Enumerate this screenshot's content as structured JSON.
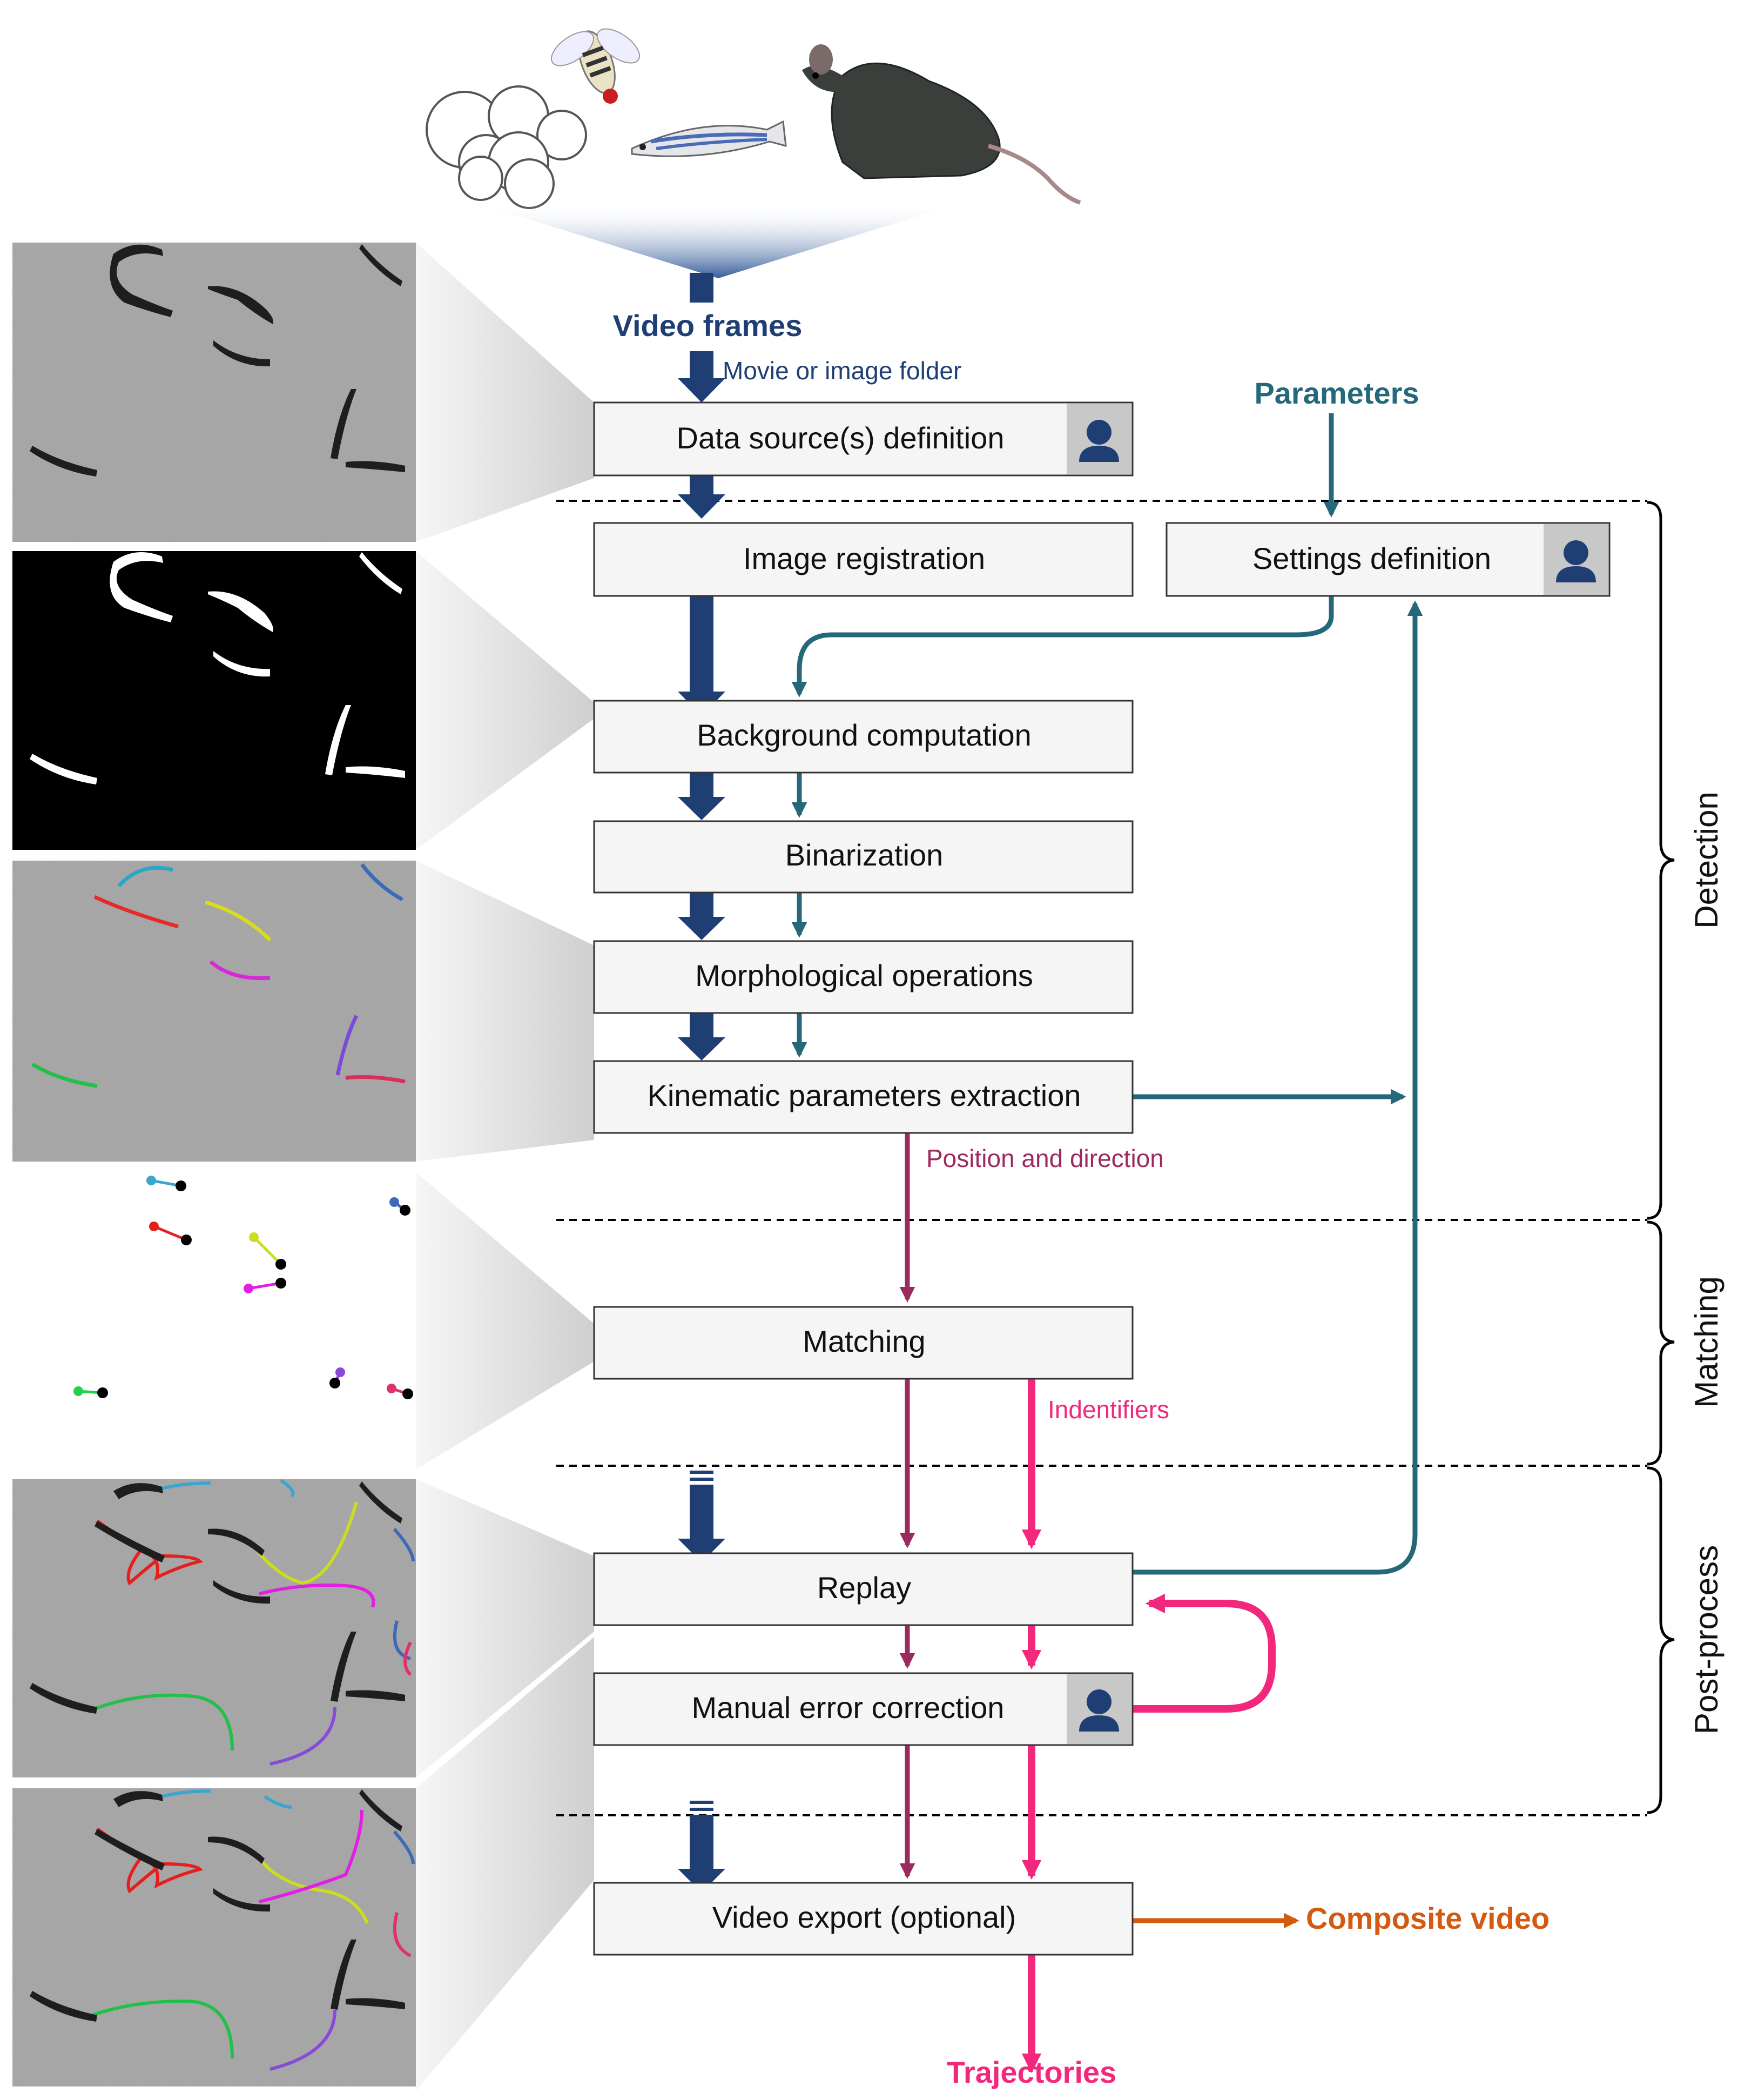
{
  "input": {
    "label": "Video frames",
    "sublabel": "Movie or image folder"
  },
  "parameters_label": "Parameters",
  "steps": {
    "data_source": "Data source(s) definition",
    "image_registration": "Image registration",
    "settings": "Settings definition",
    "background": "Background computation",
    "binarization": "Binarization",
    "morphological": "Morphological operations",
    "kinematic": "Kinematic parameters extraction",
    "matching": "Matching",
    "replay": "Replay",
    "manual_correction": "Manual error correction",
    "video_export": "Video export (optional)"
  },
  "flow_labels": {
    "position": "Position and direction",
    "identifiers": "Indentifiers"
  },
  "outputs": {
    "composite": "Composite video",
    "trajectories": "Trajectories"
  },
  "phases": {
    "detection": "Detection",
    "matching": "Matching",
    "postprocess": "Post-process"
  },
  "colors": {
    "frames_blue": "#1f3f74",
    "parameters_teal": "#24687a",
    "position_purple": "#9c2a5e",
    "identifiers_pink": "#f2287c",
    "composite_orange": "#d45a0f",
    "user_icon": "#1f3f74"
  },
  "icons": [
    "user-icon",
    "mouse-illustration",
    "zebrafish-illustration",
    "fly-illustration",
    "cells-illustration"
  ]
}
